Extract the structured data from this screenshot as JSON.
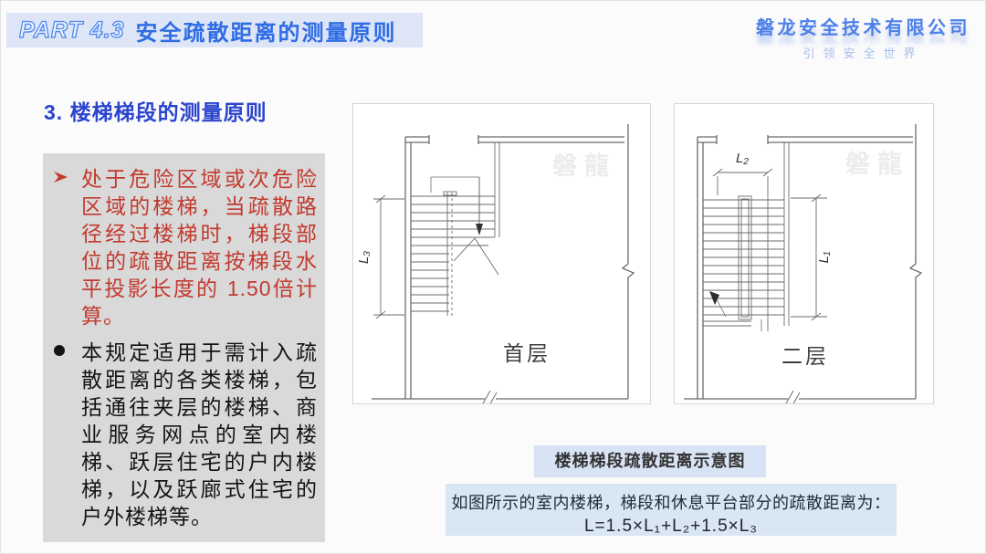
{
  "header": {
    "part_label": "PART 4.3",
    "title": "安全疏散距离的测量原则",
    "company_name": "磐龙安全技术有限公司",
    "company_slogan": "引领安全世界"
  },
  "content": {
    "section_heading": "3. 楼梯梯段的测量原则",
    "bullets": [
      {
        "marker": "arrow",
        "text": "处于危险区域或次危险区域的楼梯，当疏散路径经过楼梯时，梯段部位的疏散距离按梯段水平投影长度的 1.50倍计算。"
      },
      {
        "marker": "dot",
        "text": "本规定适用于需计入疏散距离的各类楼梯，包括通往夹层的楼梯、商业服务网点的室内楼梯、跃层住宅的户内楼梯，以及跃廊式住宅的户外楼梯等。"
      }
    ]
  },
  "diagrams": {
    "first_floor": {
      "floor_label": "首层",
      "dim_label": "L₃",
      "watermark": "磐龍"
    },
    "second_floor": {
      "floor_label": "二层",
      "dim_top_label": "L₂",
      "dim_right_label": "L₁",
      "watermark": "磐龍"
    }
  },
  "caption": "楼梯梯段疏散距离示意图",
  "formula": {
    "description": "如图所示的室内楼梯，梯段和休息平台部分的疏散距离为：",
    "equation": "L=1.5×L₁+L₂+1.5×L₃"
  },
  "colors": {
    "title_blue": "#2f6de4",
    "heading_blue": "#2b44ce",
    "bullet_red": "#c23a2e",
    "gray_box": "#d9d9d9",
    "light_blue_box": "#d9e6f4",
    "header_strip": "#dee5f7"
  }
}
